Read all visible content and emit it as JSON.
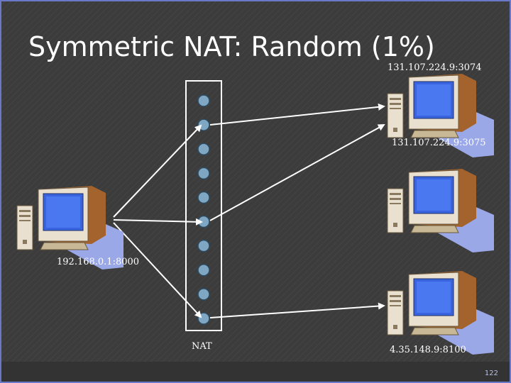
{
  "title": "Symmetric NAT: Random (1%)",
  "labels": {
    "remote1": "131.107.224.9:3074",
    "remote2": "131.107.224.9:3075",
    "remote3": "4.35.148.9:8100",
    "client": "192.168.0.1:8000",
    "nat": "NAT"
  },
  "page_number": "122",
  "colors": {
    "background": "#3c3c3c",
    "slide_border": "#6a78c8",
    "port_circle": "#7fa7c4",
    "arrow": "#ffffff",
    "monitor_screen": "#3a63e0"
  },
  "icons": [
    "desktop-computer-icon"
  ],
  "nat_ports": 10
}
